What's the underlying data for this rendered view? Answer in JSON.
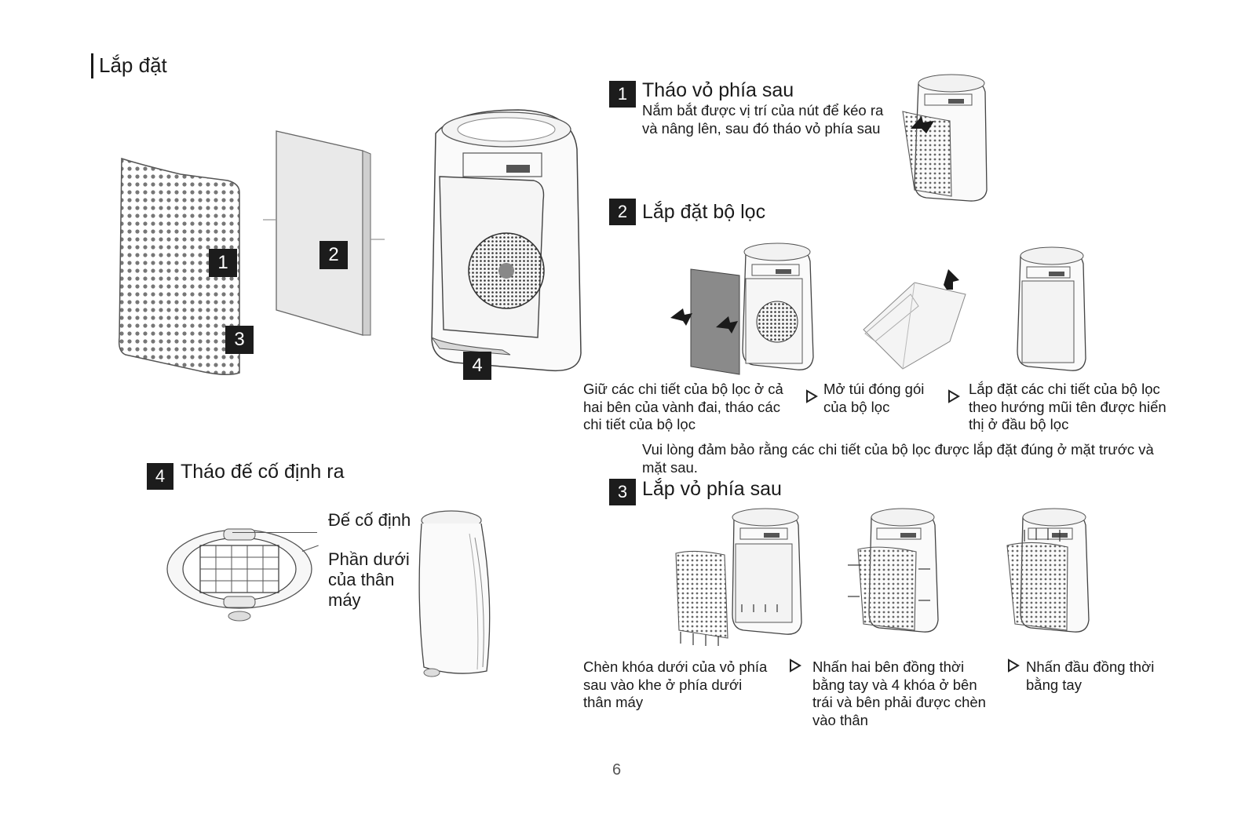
{
  "section_title": "Lắp đặt",
  "overview": {
    "badges": [
      "1",
      "2",
      "3",
      "4"
    ]
  },
  "step1": {
    "number": "1",
    "title": "Tháo vỏ phía sau",
    "description_line1": "Nắm bắt được vị trí của nút để kéo ra",
    "description_line2": "và nâng lên, sau đó tháo vỏ phía sau"
  },
  "step2": {
    "number": "2",
    "title": "Lắp đặt bộ lọc",
    "captions": [
      {
        "lines": [
          "Giữ các chi tiết của bộ lọc ở cả",
          "hai bên của vành đai, tháo các",
          "chi tiết của bộ lọc"
        ]
      },
      {
        "lines": [
          "Mở túi đóng gói",
          "của bộ lọc"
        ]
      },
      {
        "lines": [
          "Lắp đặt các chi tiết của bộ lọc",
          "theo hướng mũi tên được hiển",
          "thị ở đầu bộ lọc"
        ]
      }
    ],
    "note_line1": "Vui lòng đảm bảo rằng các chi tiết của bộ lọc được lắp đặt đúng ở mặt trước và",
    "note_line2": "mặt sau."
  },
  "step3": {
    "number": "3",
    "title": "Lắp vỏ phía sau",
    "captions": [
      {
        "lines": [
          "Chèn khóa dưới của vỏ phía",
          "sau vào khe ở phía dưới",
          "thân máy"
        ]
      },
      {
        "lines": [
          "Nhấn hai bên đồng thời",
          "bằng tay và 4 khóa ở bên",
          "trái và bên phải được chèn",
          "vào thân"
        ]
      },
      {
        "lines": [
          "Nhấn đầu đồng thời",
          "bằng tay"
        ]
      }
    ]
  },
  "step4": {
    "number": "4",
    "title": "Tháo đế cố định ra",
    "label_base": "Đế cố định",
    "label_body_line1": "Phần dưới",
    "label_body_line2": "của thân",
    "label_body_line3": "máy"
  },
  "page_number": "6",
  "colors": {
    "badge": "#1c1c1c",
    "line": "#3a3a3a",
    "panel": "#e6e6e6"
  }
}
